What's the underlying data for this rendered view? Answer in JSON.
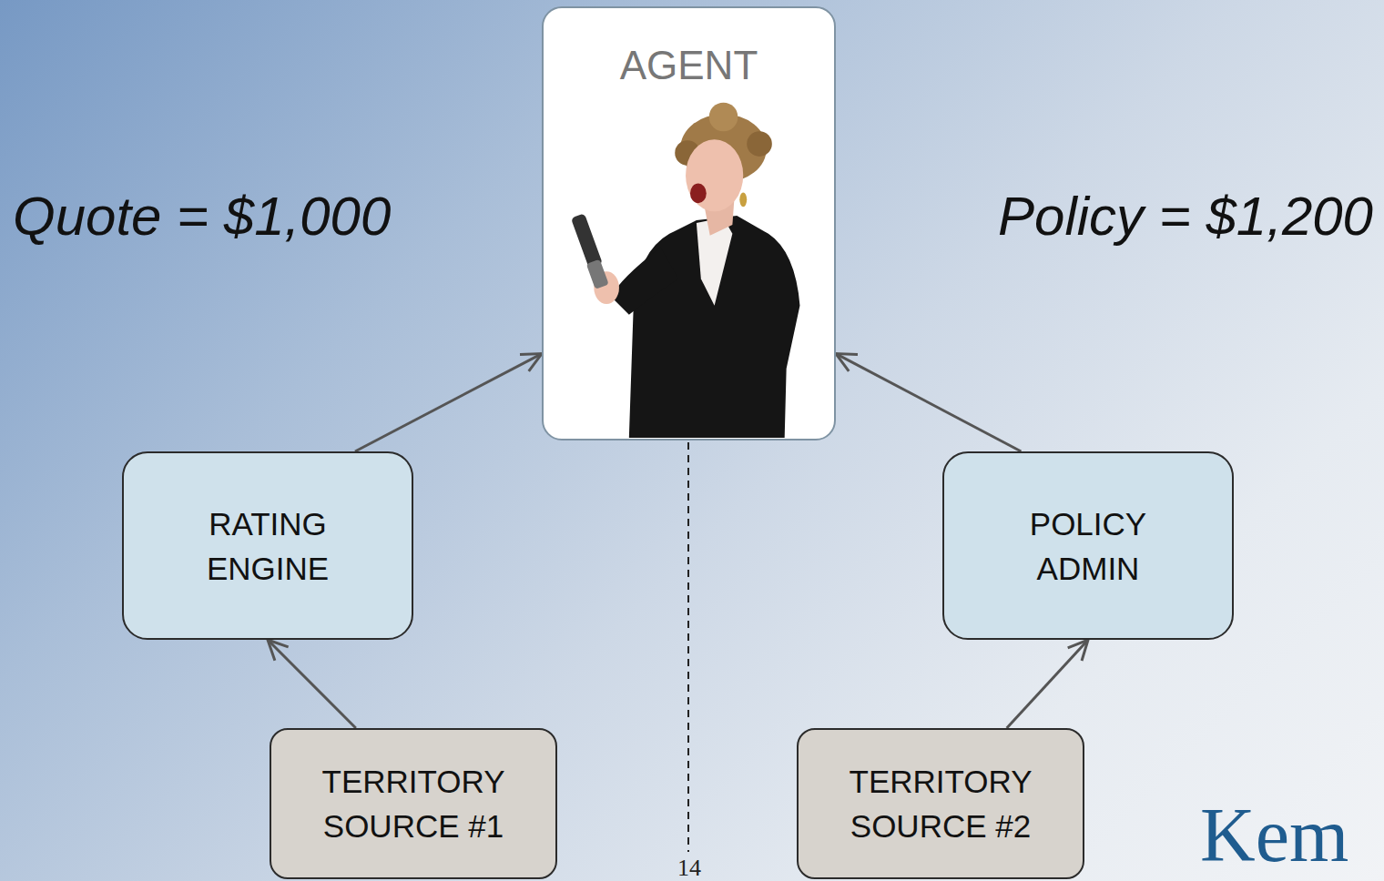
{
  "diagram": {
    "nodes": [
      {
        "text": [
          "AGENT"
        ]
      },
      {
        "text": [
          "RATING ENGINE"
        ]
      },
      {
        "text": [
          "POLICY ADMIN"
        ]
      },
      {
        "text": [
          "TERRITORY SOURCE #1"
        ]
      },
      {
        "text": [
          "TERRITORY SOURCE #2"
        ]
      }
    ],
    "edges": [
      {
        "from": 1,
        "to": 0,
        "arrow": "to"
      },
      {
        "from": 2,
        "to": 0,
        "arrow": "to"
      },
      {
        "from": 3,
        "to": 1,
        "arrow": "to"
      },
      {
        "from": 4,
        "to": 2,
        "arrow": "to"
      }
    ],
    "labels": [
      "Quote = $1,000",
      "Policy = $1,200",
      "14",
      "Kem"
    ]
  }
}
